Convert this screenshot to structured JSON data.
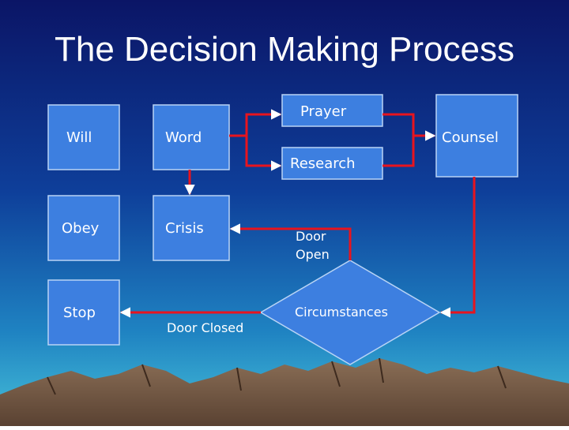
{
  "slide": {
    "title": "The Decision Making Process"
  },
  "nodes": {
    "will": "Will",
    "word": "Word",
    "prayer": "Prayer",
    "research": "Research",
    "counsel": "Counsel",
    "obey": "Obey",
    "crisis": "Crisis",
    "door_open_line1": "Door",
    "door_open_line2": "Open",
    "stop": "Stop",
    "door_closed": "Door Closed",
    "circumstances": "Circumstances"
  },
  "colors": {
    "box_fill": "#3d7fe0",
    "box_border": "#b9d4f5",
    "arrow": "#e8141e",
    "bg_top": "#0a1a6b",
    "bg_bottom": "#2aa6c8"
  }
}
